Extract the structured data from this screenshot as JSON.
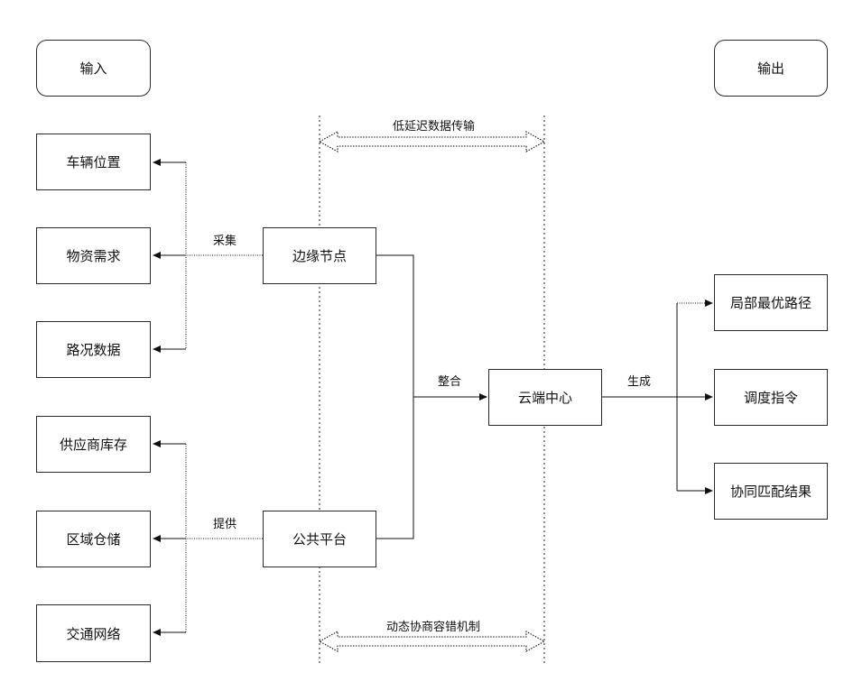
{
  "headers": {
    "input": "输入",
    "output": "输出"
  },
  "inputs": [
    "车辆位置",
    "物资需求",
    "路况数据",
    "供应商库存",
    "区域仓储",
    "交通网络"
  ],
  "middle": {
    "edge": "边缘节点",
    "platform": "公共平台",
    "cloud": "云端中心"
  },
  "outputs": [
    "局部最优路径",
    "调度指令",
    "协同匹配结果"
  ],
  "edge_labels": {
    "collect": "采集",
    "provide": "提供",
    "integrate": "整合",
    "generate": "生成",
    "low_latency": "低延迟数据传输",
    "fault_tolerance": "动态协商容错机制"
  }
}
